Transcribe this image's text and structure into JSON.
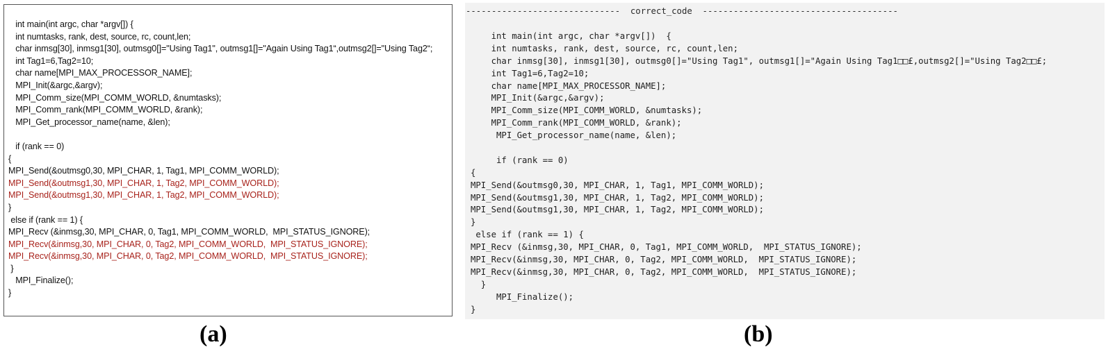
{
  "panel_a": {
    "lines": [
      {
        "text": "   int main(int argc, char *argv[]) {",
        "highlight": false
      },
      {
        "text": "   int numtasks, rank, dest, source, rc, count,len;",
        "highlight": false
      },
      {
        "text": "   char inmsg[30], inmsg1[30], outmsg0[]=\"Using Tag1\", outmsg1[]=\"Again Using Tag1“,outmsg2[]=\"Using Tag2“;",
        "highlight": false
      },
      {
        "text": "   int Tag1=6,Tag2=10;",
        "highlight": false
      },
      {
        "text": "   char name[MPI_MAX_PROCESSOR_NAME];",
        "highlight": false
      },
      {
        "text": "   MPI_Init(&argc,&argv);",
        "highlight": false
      },
      {
        "text": "   MPI_Comm_size(MPI_COMM_WORLD, &numtasks);",
        "highlight": false
      },
      {
        "text": "   MPI_Comm_rank(MPI_COMM_WORLD, &rank);",
        "highlight": false
      },
      {
        "text": "   MPI_Get_processor_name(name, &len);",
        "highlight": false
      },
      {
        "text": "",
        "highlight": false
      },
      {
        "text": "   if (rank == 0)",
        "highlight": false
      },
      {
        "text": "{",
        "highlight": false
      },
      {
        "text": "MPI_Send(&outmsg0,30, MPI_CHAR, 1, Tag1, MPI_COMM_WORLD);",
        "highlight": false
      },
      {
        "text": "MPI_Send(&outmsg1,30, MPI_CHAR, 1, Tag2, MPI_COMM_WORLD);",
        "highlight": true
      },
      {
        "text": "MPI_Send(&outmsg1,30, MPI_CHAR, 1, Tag2, MPI_COMM_WORLD);",
        "highlight": true
      },
      {
        "text": "}",
        "highlight": false
      },
      {
        "text": " else if (rank == 1) {",
        "highlight": false
      },
      {
        "text": "MPI_Recv (&inmsg,30, MPI_CHAR, 0, Tag1, MPI_COMM_WORLD,  MPI_STATUS_IGNORE);",
        "highlight": false
      },
      {
        "text": "MPI_Recv(&inmsg,30, MPI_CHAR, 0, Tag2, MPI_COMM_WORLD,  MPI_STATUS_IGNORE);",
        "highlight": true
      },
      {
        "text": "MPI_Recv(&inmsg,30, MPI_CHAR, 0, Tag2, MPI_COMM_WORLD,  MPI_STATUS_IGNORE);",
        "highlight": true
      },
      {
        "text": " }",
        "highlight": false
      },
      {
        "text": "   MPI_Finalize();",
        "highlight": false
      },
      {
        "text": "}",
        "highlight": false
      }
    ]
  },
  "panel_b": {
    "header": "------------------------------  correct_code  --------------------------------------",
    "lines": [
      "    int main(int argc, char *argv[])  {",
      "    int numtasks, rank, dest, source, rc, count,len;",
      "    char inmsg[30], inmsg1[30], outmsg0[]=\"Using Tag1\", outmsg1[]=\"Again Using Tag1□□£,outmsg2[]=\"Using Tag2□□£;",
      "    int Tag1=6,Tag2=10;",
      "    char name[MPI_MAX_PROCESSOR_NAME];",
      "    MPI_Init(&argc,&argv);",
      "    MPI_Comm_size(MPI_COMM_WORLD, &numtasks);",
      "    MPI_Comm_rank(MPI_COMM_WORLD, &rank);",
      "     MPI_Get_processor_name(name, &len);",
      "",
      "     if (rank == 0)",
      "{",
      "MPI_Send(&outmsg0,30, MPI_CHAR, 1, Tag1, MPI_COMM_WORLD);",
      "MPI_Send(&outmsg1,30, MPI_CHAR, 1, Tag2, MPI_COMM_WORLD);",
      "MPI_Send(&outmsg1,30, MPI_CHAR, 1, Tag2, MPI_COMM_WORLD);",
      "}",
      " else if (rank == 1) {",
      "MPI_Recv (&inmsg,30, MPI_CHAR, 0, Tag1, MPI_COMM_WORLD,  MPI_STATUS_IGNORE);",
      "MPI_Recv(&inmsg,30, MPI_CHAR, 0, Tag2, MPI_COMM_WORLD,  MPI_STATUS_IGNORE);",
      "MPI_Recv(&inmsg,30, MPI_CHAR, 0, Tag2, MPI_COMM_WORLD,  MPI_STATUS_IGNORE);",
      "  }",
      "     MPI_Finalize();",
      "}"
    ]
  },
  "captions": {
    "a": "(a)",
    "b": "(b)"
  },
  "colors": {
    "highlight": "#a8231c",
    "panel_b_background": "#f2f2f2"
  }
}
